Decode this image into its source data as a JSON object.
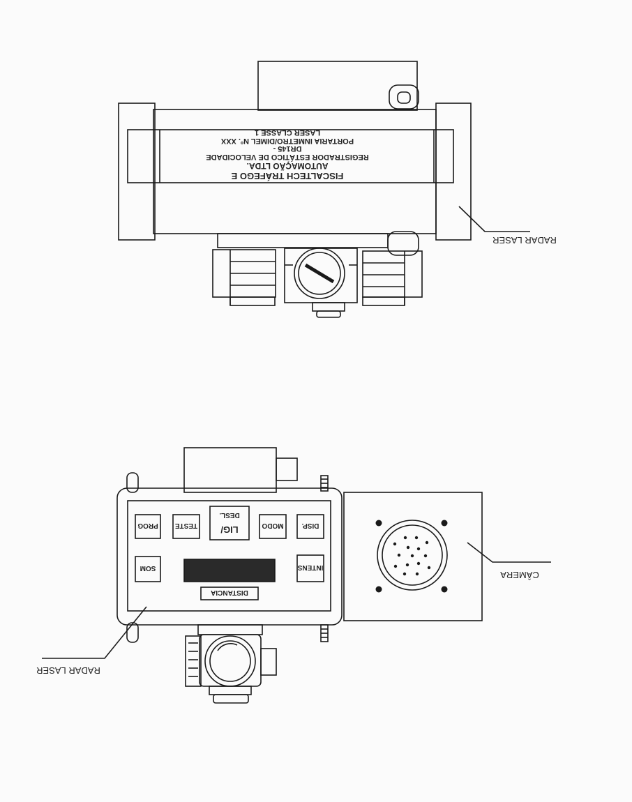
{
  "top_view": {
    "plate_lines": [
      "FISCALTECH    TRÁFEGO E",
      "AUTOMAÇÃO LTDA.",
      "REGISTRADOR ESTÁTICO DE VELOCIDADE",
      "DR145 -",
      "PORTARIA INMETRO/DIMEL Nº. XXX",
      "LASER CLASSE 1"
    ],
    "callout": "RADAR LASER"
  },
  "bottom_view": {
    "buttons": {
      "prog": "PROG",
      "teste": "TESTE",
      "lig_desl_top": "DESL.",
      "lig_desl_bottom": "LIG/",
      "modo": "MODO",
      "disp": "DISP.",
      "som": "SOM",
      "intens": "INTENS"
    },
    "distance_label": "DISTANCIA",
    "callout_radar": "RADAR LASER",
    "callout_camera": "CÂMERA"
  },
  "colors": {
    "ink": "#1a1a1a",
    "display": "#2a2a2a",
    "paper": "#fbfbfb"
  }
}
